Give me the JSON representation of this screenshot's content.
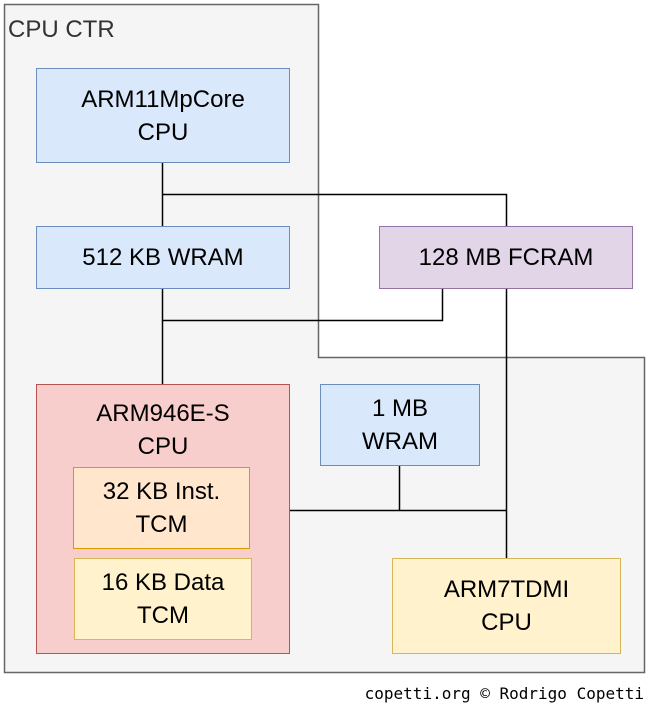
{
  "container": {
    "label": "CPU CTR"
  },
  "blocks": {
    "arm11": {
      "label": "ARM11MpCore\nCPU"
    },
    "wram512": {
      "label": "512 KB WRAM"
    },
    "fcram": {
      "label": "128 MB FCRAM"
    },
    "arm9": {
      "label": "ARM946E-S\nCPU"
    },
    "itcm": {
      "label": "32 KB Inst.\nTCM"
    },
    "dtcm": {
      "label": "16 KB Data\nTCM"
    },
    "wram1mb": {
      "label": "1 MB\nWRAM"
    },
    "arm7": {
      "label": "ARM7TDMI\nCPU"
    }
  },
  "credit": "copetti.org © Rodrigo Copetti",
  "colors": {
    "container_fill": "#f5f5f5",
    "container_stroke": "#666666",
    "blue_fill": "#dae8fc",
    "purple_fill": "#e1d5e7",
    "red_fill": "#f8cecc",
    "orange_fill": "#ffe6cc",
    "yellow_fill": "#fff2cc"
  }
}
